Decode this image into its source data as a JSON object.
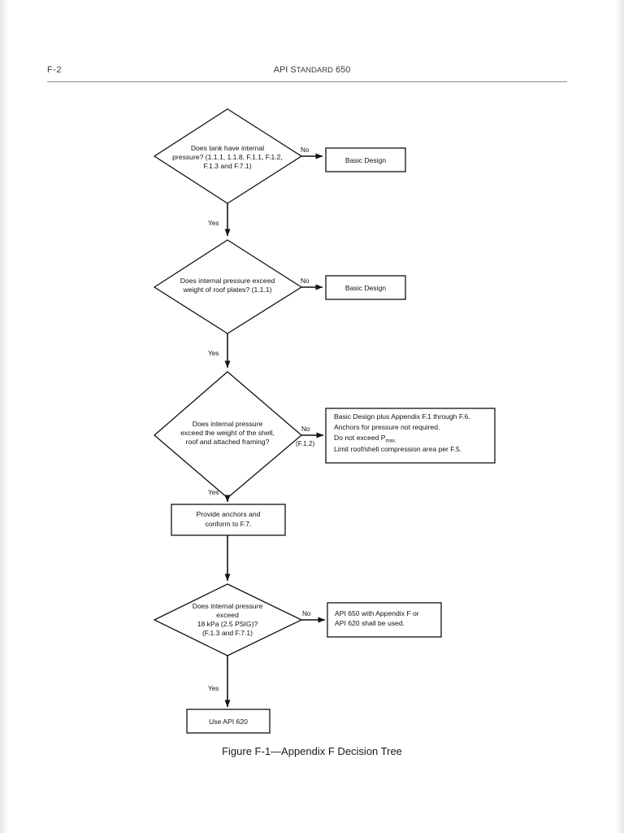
{
  "page": {
    "folio": "F-2",
    "running_head": "API Standard 650",
    "running_head_main": "API S",
    "running_head_small": "TANDARD",
    "running_head_tail": " 650",
    "caption": "Figure  F-1—Appendix F Decision Tree",
    "ink_color": "#111111"
  },
  "flow": {
    "decisions": [
      {
        "id": "d1",
        "lines": [
          "Does tank have internal",
          "pressure? (1.1.1, 1.1.8, F.1.1, F.1.2,",
          "F.1.3 and F.7.1)"
        ],
        "no_label": "No",
        "yes_label": "Yes",
        "sub_label": ""
      },
      {
        "id": "d2",
        "lines": [
          "Does internal pressure exceed",
          "weight of roof plates? (1.1.1)"
        ],
        "no_label": "No",
        "yes_label": "Yes",
        "sub_label": ""
      },
      {
        "id": "d3",
        "lines": [
          "Does internal pressure",
          "exceed the weight of the shell,",
          "roof and attached framing?"
        ],
        "no_label": "No",
        "yes_label": "Yes",
        "sub_label": "(F.1.2)"
      },
      {
        "id": "d4",
        "lines": [
          "Does internal pressure",
          "exceed",
          "18 kPa (2.5 PSIG)?",
          "(F.1.3 and F.7.1)"
        ],
        "no_label": "No",
        "yes_label": "Yes",
        "sub_label": ""
      }
    ],
    "boxes": [
      {
        "id": "b1",
        "lines": [
          "Basic Design"
        ],
        "align": "center"
      },
      {
        "id": "b2",
        "lines": [
          "Basic Design"
        ],
        "align": "center"
      },
      {
        "id": "b3",
        "lines": [
          "Basic Design plus Appendix F.1 through F.6.",
          "Anchors for pressure not required.",
          "Do not exceed P",
          "Limit roof/shell compression area per F.5."
        ],
        "subscript": "max.",
        "align": "left"
      },
      {
        "id": "b4",
        "lines": [
          "Provide anchors and",
          "conform to F.7."
        ],
        "align": "center"
      },
      {
        "id": "b5",
        "lines": [
          "API 650 with Appendix F or",
          "API 620 shall be used."
        ],
        "align": "left"
      },
      {
        "id": "b6",
        "lines": [
          "Use API 620"
        ],
        "align": "center"
      }
    ]
  }
}
